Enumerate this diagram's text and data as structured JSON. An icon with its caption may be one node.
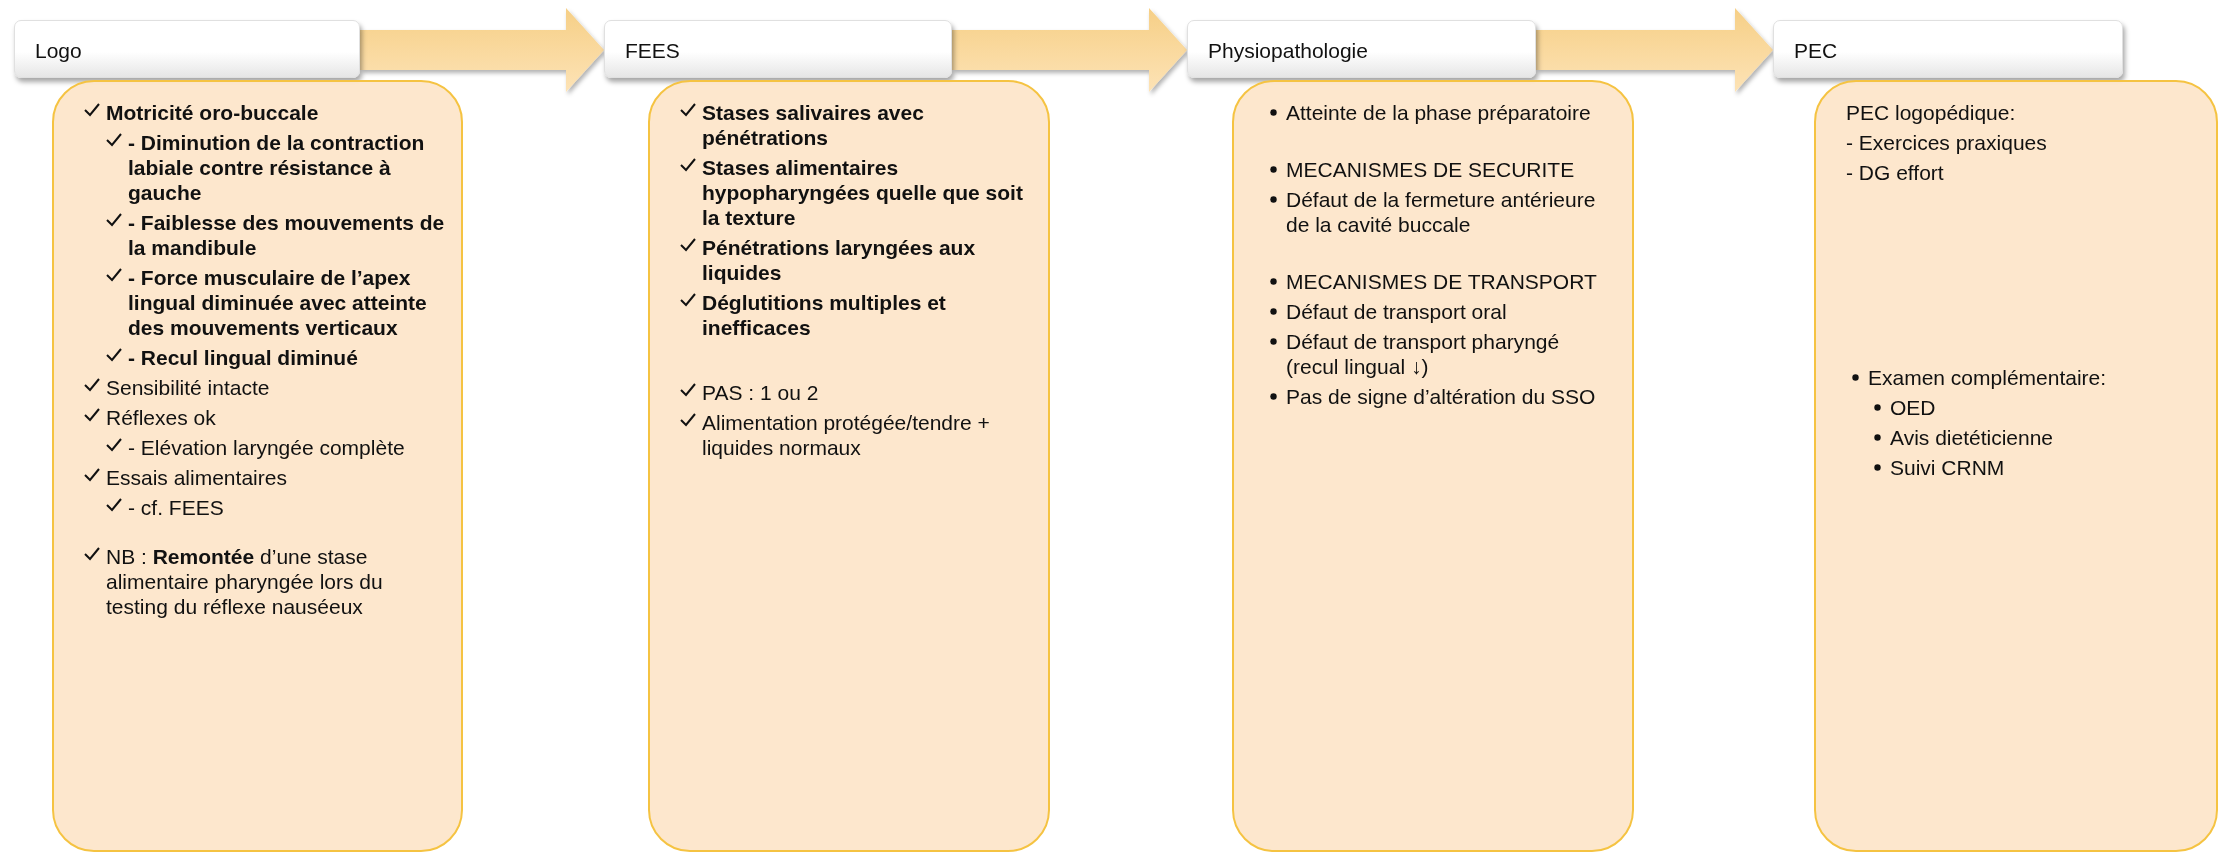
{
  "diagram": {
    "nodes": [
      {
        "text": [
          "Logo"
        ]
      },
      {
        "text": [
          "Motricité oro-buccale",
          "- Diminution de la contraction labiale contre résistance à gauche",
          "- Faiblesse des mouvements de la mandibule",
          "- Force musculaire de l’apex lingual diminuée avec atteinte des mouvements verticaux",
          "- Recul lingual diminué",
          "Sensibilité intacte",
          "Réflexes ok",
          "- Elévation laryngée complète",
          "Essais alimentaires",
          "- cf. FEES",
          "NB :  **Remontée** d’une stase alimentaire pharyngée lors du testing du réflexe nauséeux"
        ]
      },
      {
        "text": [
          "FEES"
        ]
      },
      {
        "text": [
          "Stases salivaires avec pénétrations",
          "Stases alimentaires hypopharyngées quelle que soit la texture",
          "Pénétrations laryngées aux liquides",
          "Déglutitions multiples et inefficaces",
          "PAS : 1 ou 2",
          "Alimentation protégée/tendre + liquides normaux"
        ]
      },
      {
        "text": [
          "Physiopathologie"
        ]
      },
      {
        "text": [
          "Atteinte de la phase préparatoire",
          "MECANISMES DE SECURITE",
          "Défaut de la fermeture antérieure de la cavité buccale",
          "MECANISMES DE TRANSPORT",
          "Défaut de transport oral",
          "Défaut de transport pharyngé (recul lingual ↓)",
          "Pas de signe d’altération du SSO"
        ]
      },
      {
        "text": [
          "PEC"
        ]
      },
      {
        "text": [
          "PEC logopédique:",
          "- Exercices praxiques",
          "- DG effort",
          "Examen complémentaire:",
          "OED",
          "Avis dietéticienne",
          "Suivi CRNM"
        ]
      }
    ],
    "edges": [
      {
        "from": 0,
        "to": 2,
        "arrow": "to"
      },
      {
        "from": 2,
        "to": 4,
        "arrow": "to"
      },
      {
        "from": 4,
        "to": 6,
        "arrow": "to"
      }
    ]
  }
}
